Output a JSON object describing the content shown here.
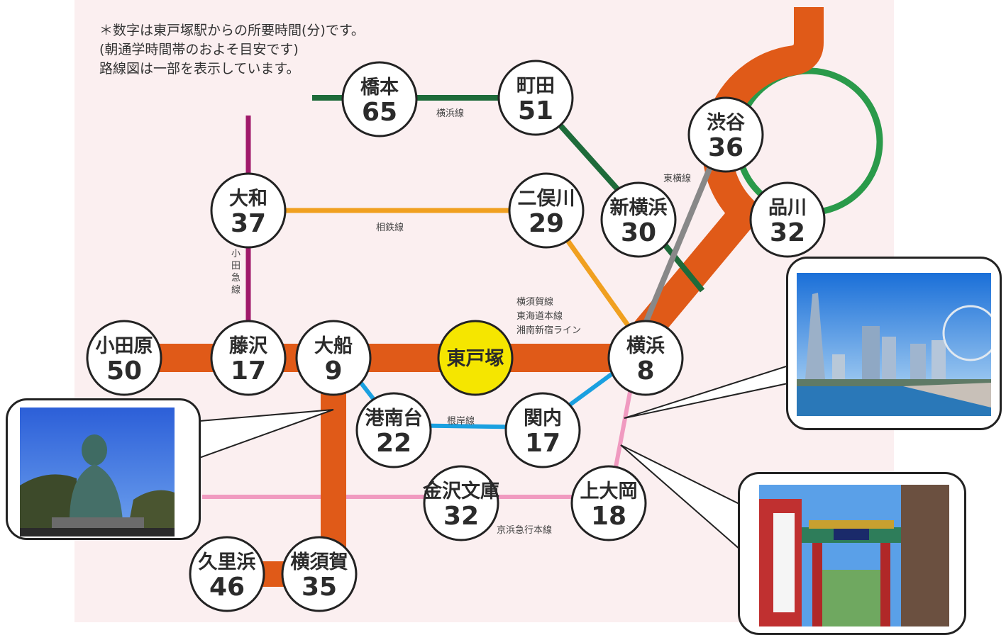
{
  "notes": [
    "＊数字は東戸塚駅からの所要時間(分)です。",
    "(朝通学時間帯のおよそ目安です)",
    "路線図は一部を表示しています。"
  ],
  "colors": {
    "background": "#fbeff0",
    "jr_main": "#e05a18",
    "yokohama_line": "#1e6b3a",
    "yamanote": "#2a9a4a",
    "sotetsu": "#f0a020",
    "odakyu": "#a0196a",
    "toyoko": "#888888",
    "negishi": "#1aa0e0",
    "keikyu": "#f09ac0",
    "highlight_station": "#f5e600"
  },
  "stations": {
    "hashimoto": {
      "name": "橋本",
      "time": "65"
    },
    "machida": {
      "name": "町田",
      "time": "51"
    },
    "shibuya": {
      "name": "渋谷",
      "time": "36"
    },
    "yamato": {
      "name": "大和",
      "time": "37"
    },
    "futamatagawa": {
      "name": "二俣川",
      "time": "29"
    },
    "shinyokohama": {
      "name": "新横浜",
      "time": "30"
    },
    "shinagawa": {
      "name": "品川",
      "time": "32"
    },
    "odawara": {
      "name": "小田原",
      "time": "50"
    },
    "fujisawa": {
      "name": "藤沢",
      "time": "17"
    },
    "ofuna": {
      "name": "大船",
      "time": "9"
    },
    "higashitotsuka": {
      "name": "東戸塚",
      "time": ""
    },
    "yokohama": {
      "name": "横浜",
      "time": "8"
    },
    "konandai": {
      "name": "港南台",
      "time": "22"
    },
    "kannai": {
      "name": "関内",
      "time": "17"
    },
    "kanazawabunko": {
      "name": "金沢文庫",
      "time": "32"
    },
    "kamiooka": {
      "name": "上大岡",
      "time": "18"
    },
    "kurihama": {
      "name": "久里浜",
      "time": "46"
    },
    "yokosuka": {
      "name": "横須賀",
      "time": "35"
    }
  },
  "line_labels": {
    "yokohama_line": "横浜線",
    "toyoko": "東横線",
    "sotetsu": "相鉄線",
    "odakyu": "小田急線",
    "jr": [
      "横須賀線",
      "東海道本線",
      "湘南新宿ライン"
    ],
    "negishi": "根岸線",
    "keikyu": "京浜急行本線"
  },
  "photos": {
    "kamakura": "kamakura-great-buddha",
    "minatomirai": "yokohama-minatomirai-skyline",
    "chinatown": "yokohama-chinatown-gate"
  }
}
